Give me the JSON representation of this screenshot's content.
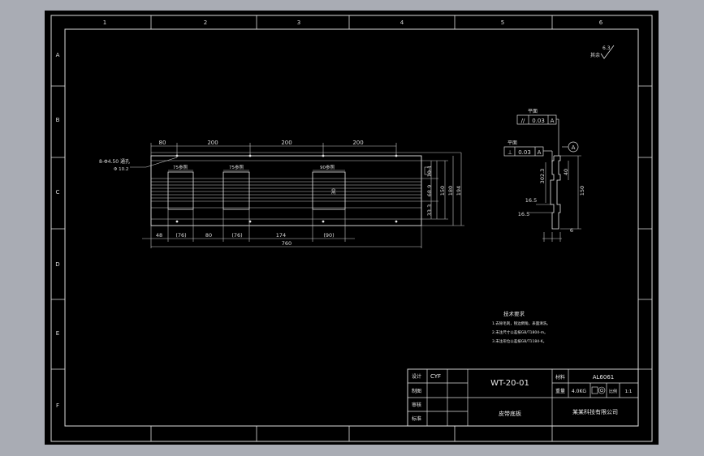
{
  "drawing": {
    "zone_columns": [
      "1",
      "2",
      "3",
      "4",
      "5",
      "6"
    ],
    "zone_rows": [
      "A",
      "B",
      "C",
      "D",
      "E",
      "F"
    ],
    "surface_finish": "6.3",
    "surface_finish_note": "其余",
    "front_view": {
      "hole_callout": "8-Φ4.50 通孔",
      "hole_callout_sub": "Φ 10.2",
      "top_dims": [
        "80",
        "200",
        "200",
        "200"
      ],
      "slot_labels": [
        "75参照",
        "75参照",
        "90参照"
      ],
      "bottom_dims": [
        "48",
        "(76)",
        "80",
        "(76)",
        "174",
        "(90)"
      ],
      "overall_length": "760",
      "right_dims": [
        "10.1",
        "68.9",
        "33.3",
        "150",
        "180",
        "194"
      ],
      "slot_height": "30"
    },
    "side_view": {
      "tol1_label": "平面",
      "tol1_symbol": "//",
      "tol1_value": "0.03",
      "tol1_datum": "A",
      "tol2_label": "平面",
      "tol2_symbol": "⊥",
      "tol2_value": "0.03",
      "tol2_datum": "A",
      "datum_label": "A",
      "dims": [
        "302.3",
        "40",
        "150",
        "16.5",
        "16.5",
        "6"
      ]
    },
    "tech_requirements": {
      "title": "技术要求",
      "lines": [
        "1.去除毛刺，锐边倒角，表面清洗。",
        "2.未注尺寸公差按GB/T1804-m。",
        "3.未注形位公差按GB/T1184-K。"
      ]
    },
    "title_block": {
      "row_labels": [
        "设计",
        "制图",
        "审核",
        "标准"
      ],
      "designer": "CYF",
      "drawing_number": "WT-20-01",
      "material_label": "材料",
      "material": "AL6061",
      "weight_label": "重量",
      "weight": "4.0KG",
      "scale_label": "比例",
      "scale": "1:1",
      "part_name": "皮带底板",
      "company": "某某科技有限公司"
    }
  }
}
